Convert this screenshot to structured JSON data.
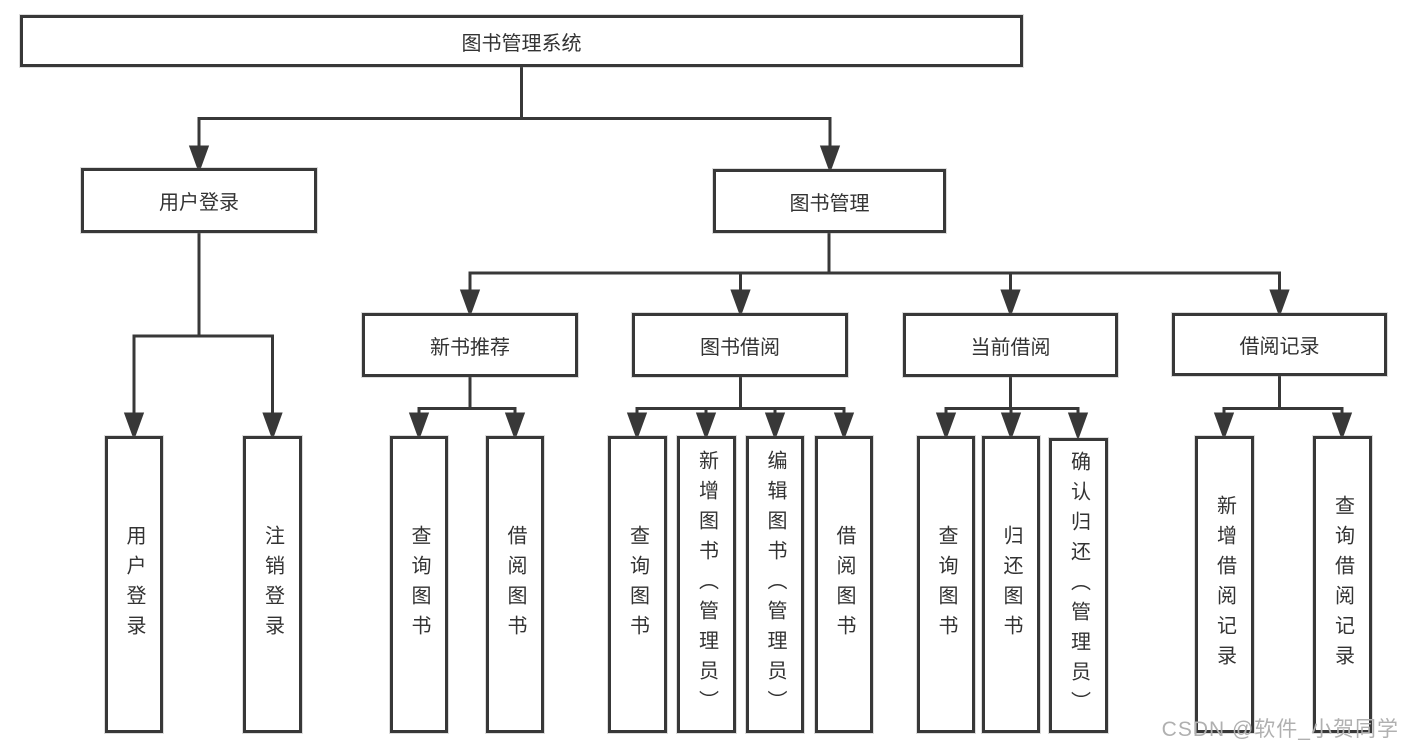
{
  "colors": {
    "line": "#383838",
    "box_border": "#383838",
    "text": "#333333",
    "background": "#ffffff",
    "watermark": "#b0b0b0"
  },
  "diagram": {
    "root": "图书管理系统",
    "level2": {
      "user_login": "用户登录",
      "book_management": "图书管理"
    },
    "level3": {
      "new_book_recommend": "新书推荐",
      "book_borrowing": "图书借阅",
      "current_borrowing": "当前借阅",
      "borrowing_records": "借阅记录"
    },
    "leaves": {
      "user_login": "用户登录",
      "logout": "注销登录",
      "nbr_query_books": "查询图书",
      "nbr_borrow_books": "借阅图书",
      "bb_query_books": "查询图书",
      "bb_add_books": "新增图书（管理员）",
      "bb_edit_books": "编辑图书（管理员）",
      "bb_borrow_books": "借阅图书",
      "cb_query_books": "查询图书",
      "cb_return_books": "归还图书",
      "cb_confirm_return": "确认归还（管理员）",
      "br_add_record": "新增借阅记录",
      "br_query_record": "查询借阅记录"
    }
  },
  "watermark": "CSDN @软件_小贺同学"
}
